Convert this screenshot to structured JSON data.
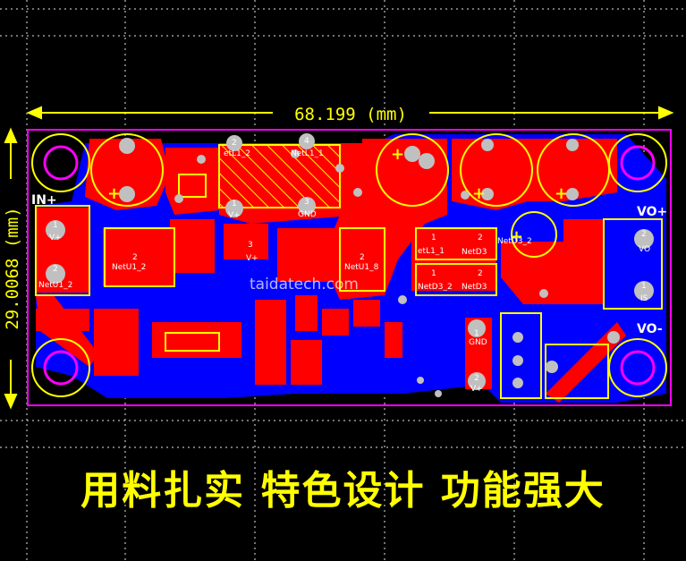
{
  "dimension": {
    "width_label": "68.199 (mm)",
    "height_label": "29.0068 (mm)"
  },
  "labels": {
    "in_plus": "IN+",
    "vo_plus": "VO+",
    "vo_minus": "VO-",
    "watermark": "taidatech.com"
  },
  "pads": {
    "v_plus_left_num": "1",
    "v_plus_left": "V+",
    "netu1_2_num": "2",
    "netu1_2": "NetU1_2",
    "etl1_2_num": "2",
    "etl1_2": "etL1_2",
    "netl1_1_num": "4",
    "netl1_1": "NetL1_1",
    "v_plus_mid_num": "1",
    "v_plus_mid": "V+",
    "gnd_mid_num": "3",
    "gnd_mid": "GND",
    "netu1_2_big_num": "2",
    "netu1_2_big": "NetU1_2",
    "netu1_8_num": "2",
    "netu1_8": "NetU1_8",
    "vi_num": "3",
    "vi": "V+",
    "etl1_1_num": "1",
    "etl1_1": "etL1_1",
    "netd3_num": "2",
    "netd3": "NetD3_2",
    "netd3b_num": "2",
    "netd3b": "NetD3",
    "netd3c": "NetD3",
    "netd3_a_num": "1",
    "netd3_a": "NetD3_2",
    "vo_num": "2",
    "vo": "VO",
    "is_num": "1",
    "is": "IS",
    "gnd_small_num": "1",
    "gnd_small": "GND",
    "vin_small_num": "2",
    "vin_small": "V+"
  },
  "slogan": "用料扎实 特色设计 功能强大",
  "colors": {
    "background": "#000000",
    "bottom_copper": "#0000ff",
    "top_copper": "#ff0000",
    "silkscreen": "#ffff00",
    "board_outline": "#ff00ff",
    "grid": "#ffffff",
    "pad": "#c0c0c0"
  }
}
